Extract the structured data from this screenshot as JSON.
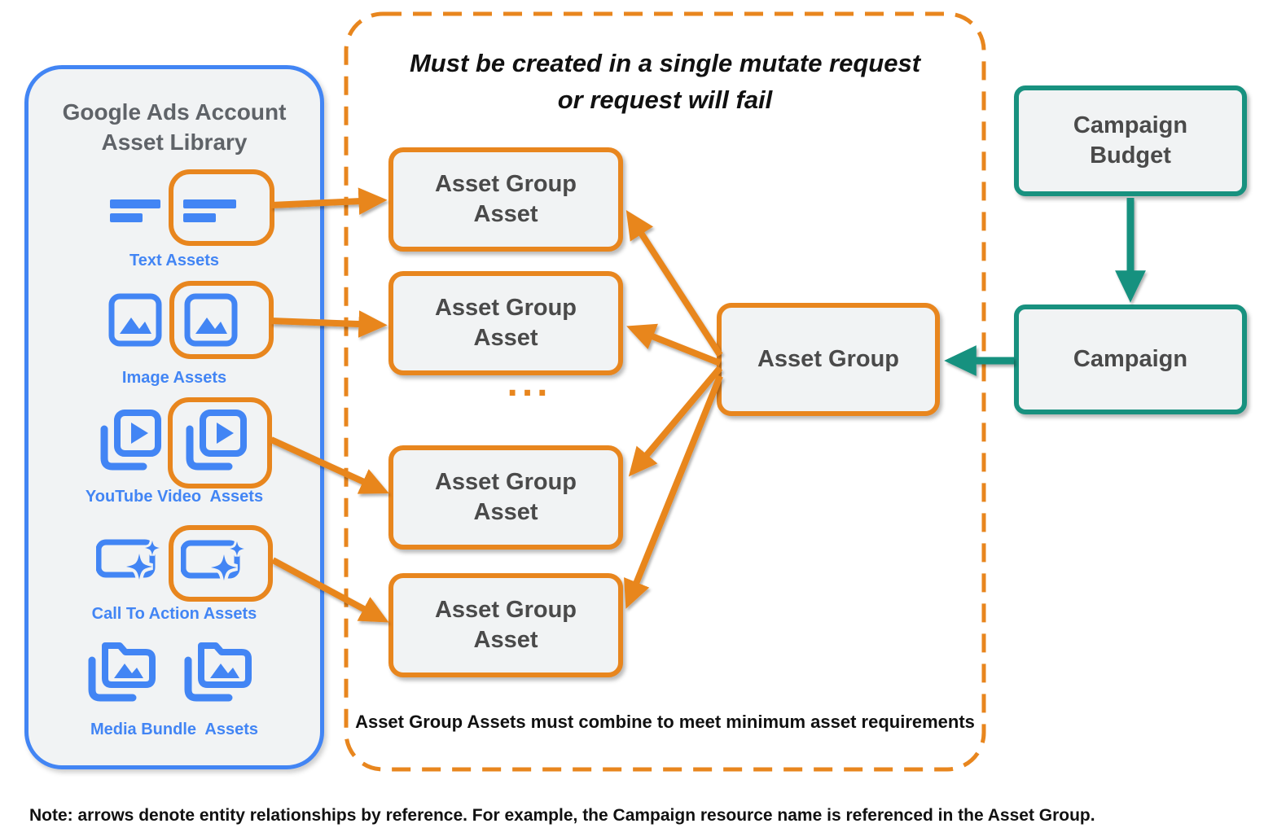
{
  "colors": {
    "orange": "#E8861E",
    "blue": "#4285F4",
    "teal": "#18917F",
    "box_fill": "#F1F3F4",
    "box_text": "#4A4A4A",
    "sidebar_title_gray": "#5F6368"
  },
  "sidebar": {
    "title_line1": "Google Ads Account",
    "title_line2": "Asset Library",
    "items": [
      {
        "label": "Text Assets"
      },
      {
        "label": "Image Assets"
      },
      {
        "label": "YouTube Video  Assets"
      },
      {
        "label": "Call To Action Assets"
      },
      {
        "label": "Media Bundle  Assets"
      }
    ]
  },
  "mutate_box": {
    "title_line1": "Must be created in a single mutate request",
    "title_line2": "or request will fail",
    "asset_group_asset_label": "Asset Group Asset",
    "ellipsis": "...",
    "footer": "Asset Group Assets must combine to meet minimum asset requirements"
  },
  "asset_group": {
    "label": "Asset Group"
  },
  "campaign_budget": {
    "label": "Campaign Budget"
  },
  "campaign": {
    "label": "Campaign"
  },
  "note": "Note: arrows denote entity relationships by reference. For example, the Campaign resource name is referenced in the Asset Group."
}
